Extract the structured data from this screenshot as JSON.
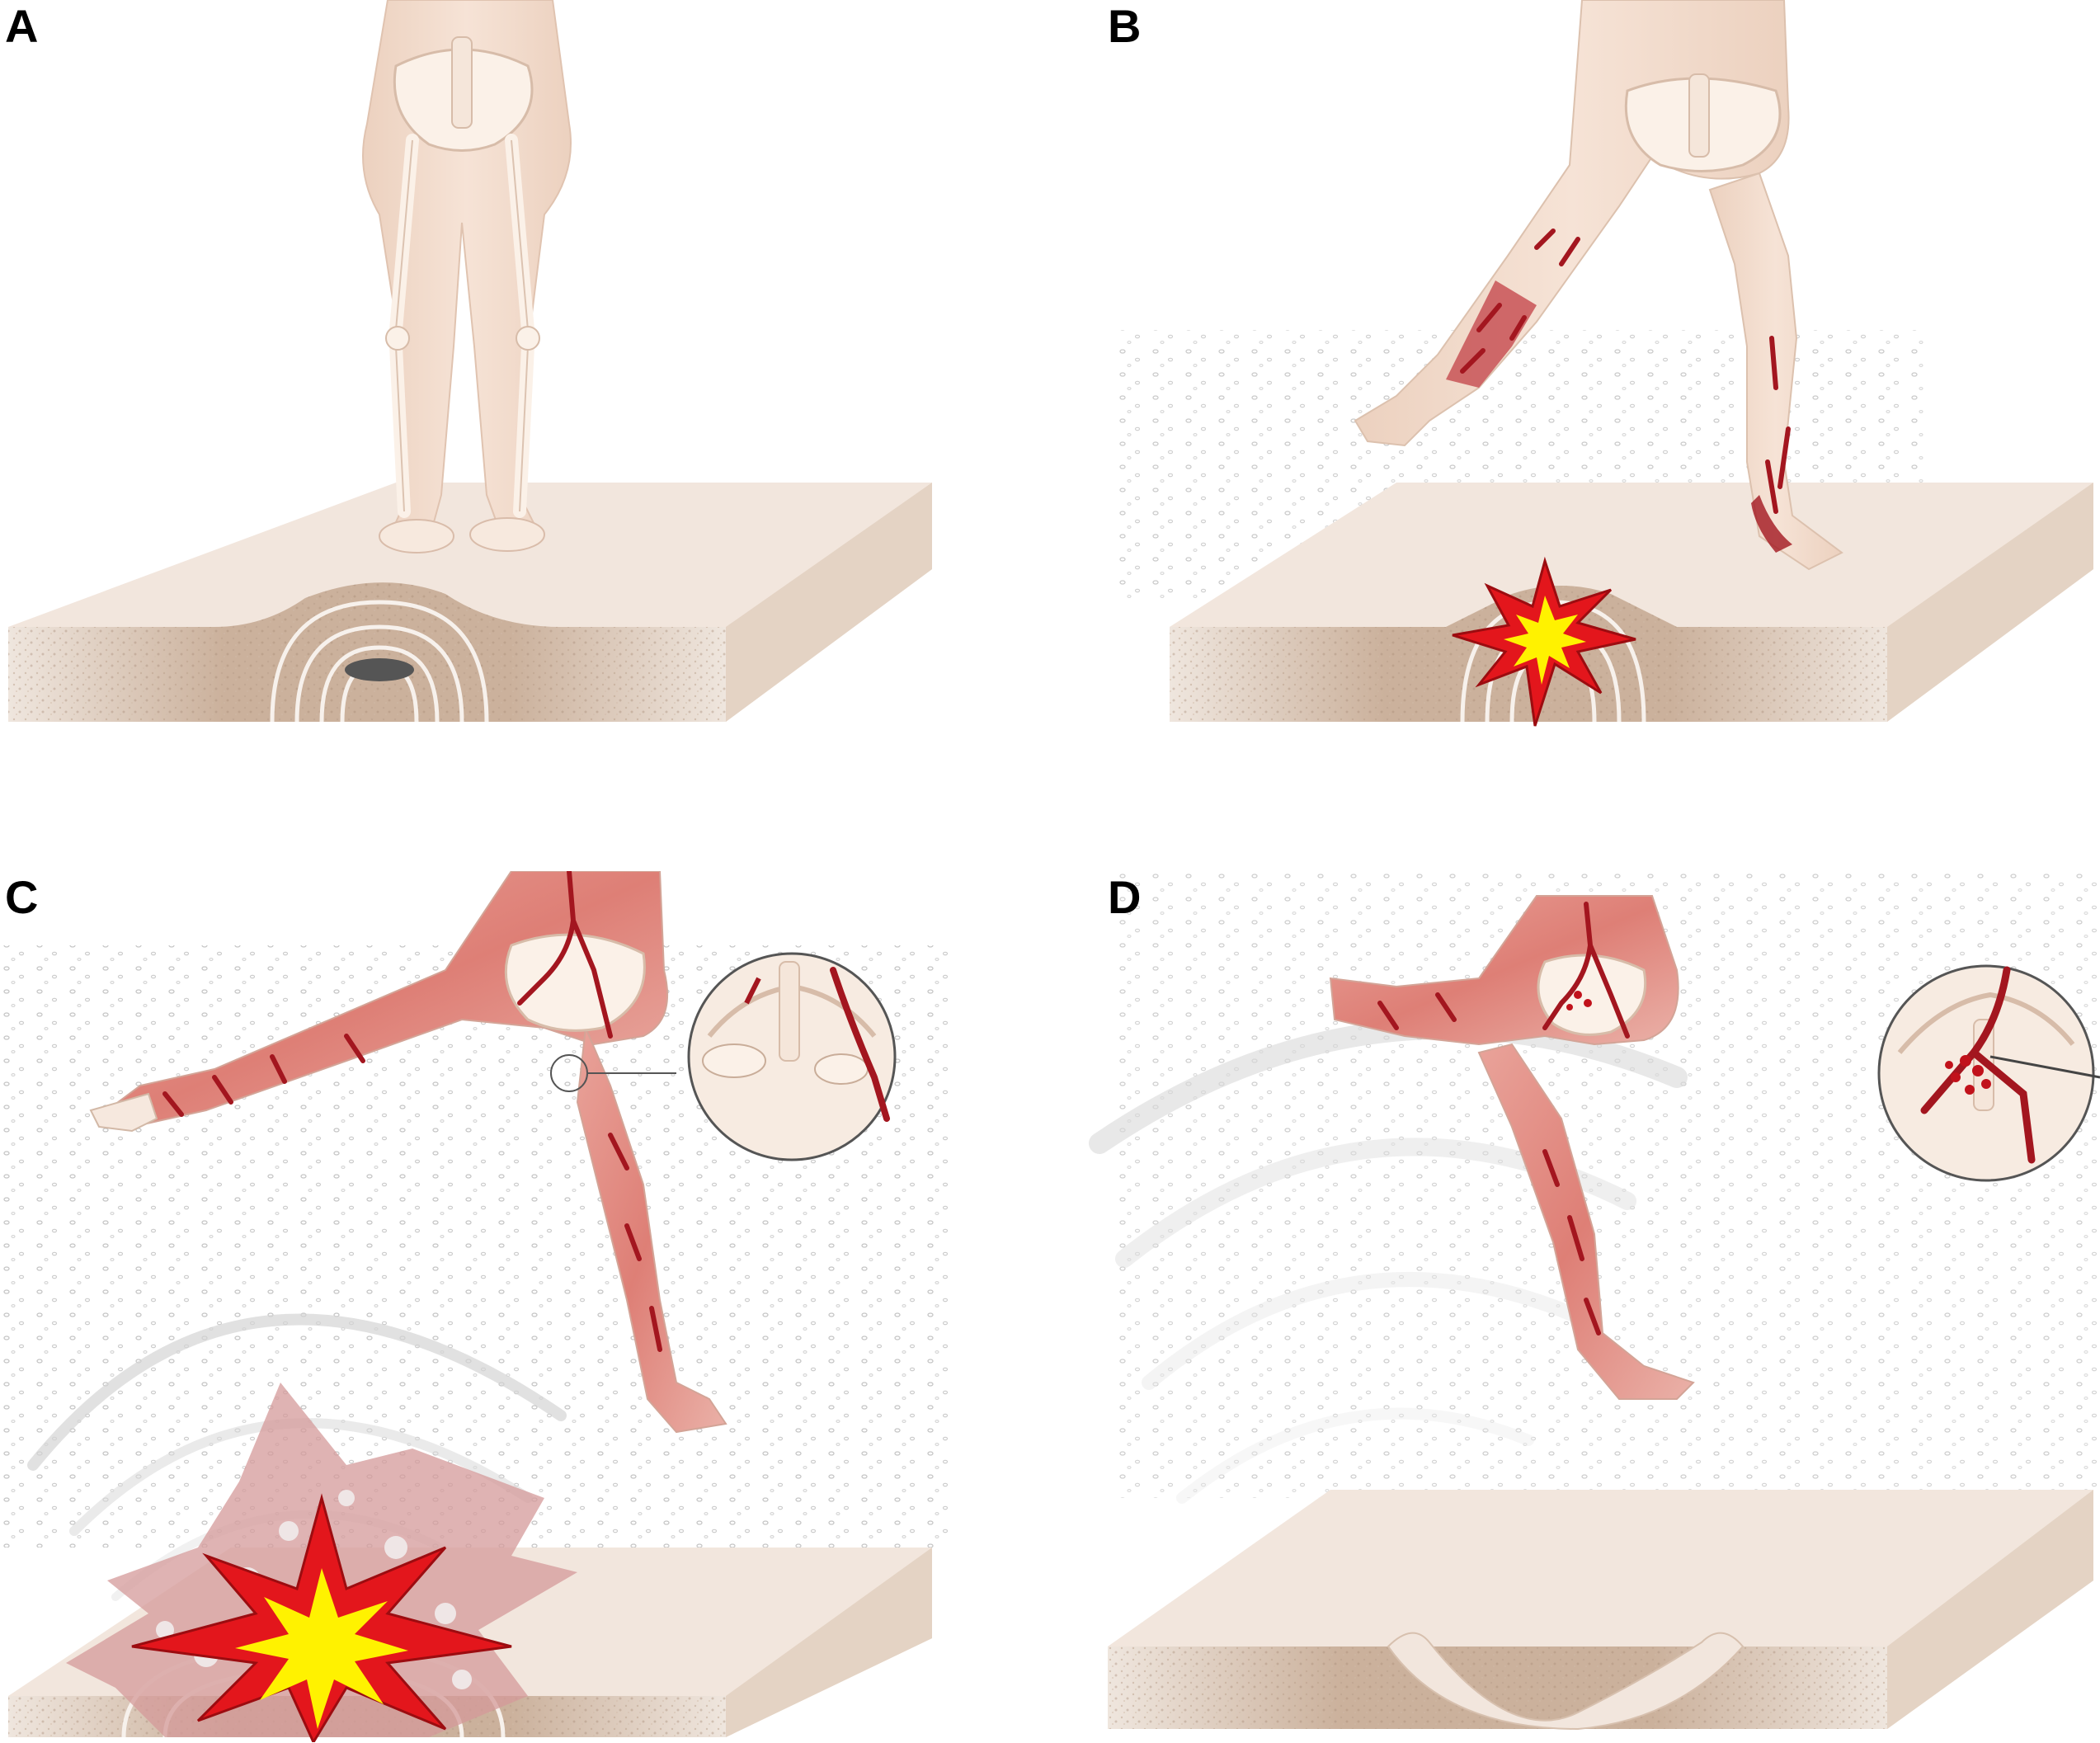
{
  "panels": [
    {
      "id": "A",
      "label": "A"
    },
    {
      "id": "B",
      "label": "B"
    },
    {
      "id": "C",
      "label": "C"
    },
    {
      "id": "D",
      "label": "D"
    }
  ],
  "colors": {
    "skin": "#f3ddce",
    "bone": "#fbf1e8",
    "ground_top": "#f1e4db",
    "ground_side": "#e3d3c5",
    "ground_front": "#e9dcd1",
    "soil_dark": "#c9ae98",
    "blood": "#b3202a",
    "muscle": "#e6948c",
    "blast_red": "#e3161c",
    "blast_yellow": "#fff200",
    "mine": "#5a5a5a"
  }
}
